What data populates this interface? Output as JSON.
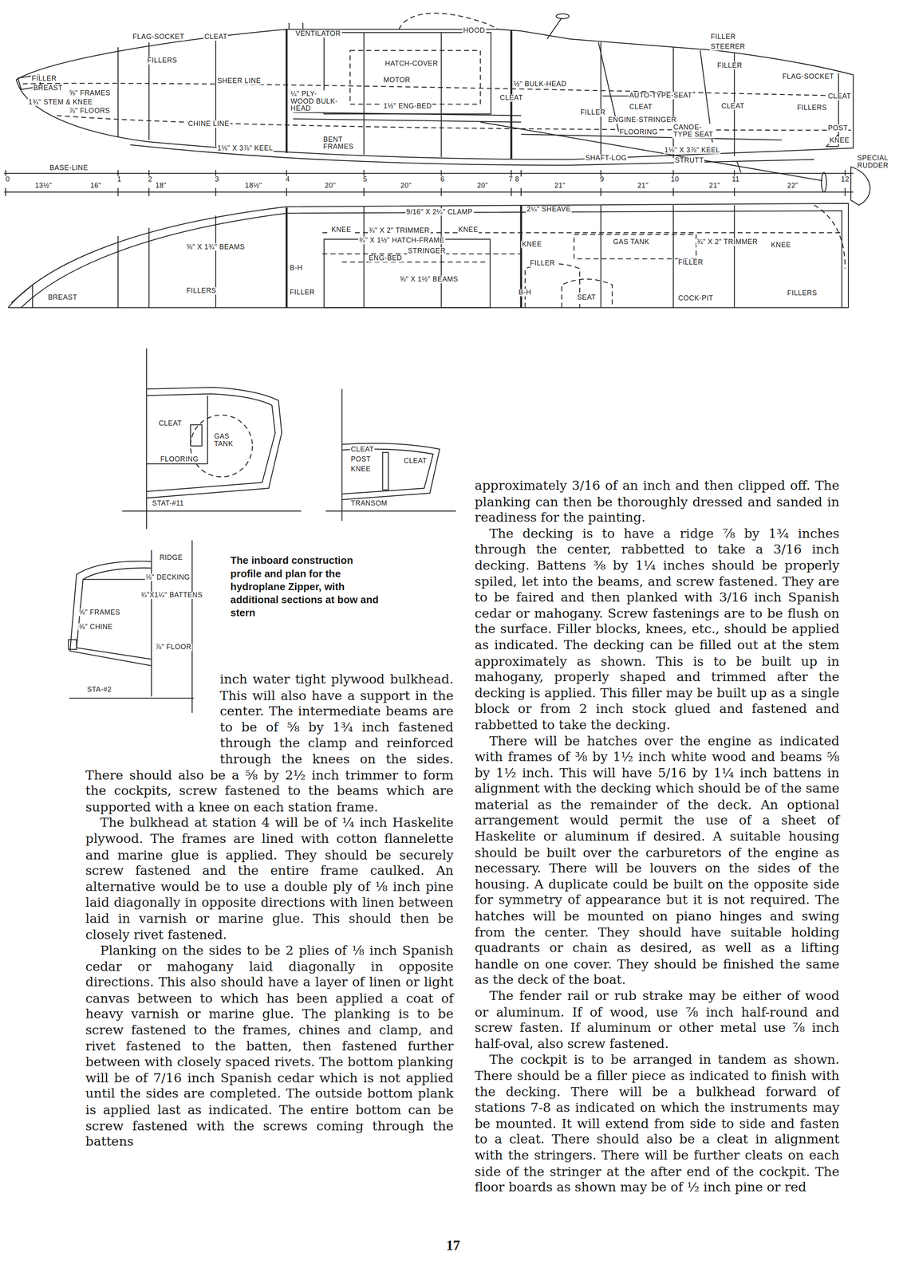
{
  "diagram": {
    "caption": "The inboard construction profile and plan for the hydroplane Zipper, with additional sections at bow and stern",
    "labels": [
      "FLAG-SOCKET",
      "CLEAT",
      "VENTILATOR",
      "HOOD",
      "FILLER",
      "STEERER",
      "FILLERS",
      "SHEER LINE",
      "HATCH-COVER",
      "MOTOR",
      "FILLER",
      "FLAG-SOCKET",
      "FILLER",
      "BREAST",
      "⅝\" FRAMES",
      "1¾\" STEM & KNEE",
      "⅞\" FLOORS",
      "CHINE LINE",
      "¼\" PLY-WOOD BULK-HEAD",
      "1½\" ENG-BED",
      "½\" BULK-HEAD",
      "CLEAT",
      "AUTO-TYPE-SEAT",
      "CLEAT",
      "FILLER",
      "ENGINE-STRINGER",
      "CLEAT",
      "FILLERS",
      "CLEAT",
      "CANOE-TYPE SEAT",
      "FLOORING",
      "POST",
      "KNEE",
      "1⅛\" X 3⅞\" KEEL",
      "BENT FRAMES",
      "SHAFT-LOG",
      "1⅛\" X 3⅞\" KEEL",
      "STRUTT",
      "SPECIAL RUDDER",
      "BASE-LINE",
      "0",
      "1",
      "2",
      "3",
      "4",
      "5",
      "6",
      "7 8",
      "9",
      "10",
      "11",
      "12",
      "13½\"",
      "16\"",
      "18\"",
      "18½\"",
      "20\"",
      "20\"",
      "20\"",
      "21\"",
      "21\"",
      "21\"",
      "22\"",
      "9/16\" X 2¼\" CLAMP",
      "2¼\" SHEAVE",
      "KNEE",
      "¾\" X 2\" TRIMMER",
      "KNEE",
      "¾\" X 1½\" HATCH-FRAME",
      "STRINGER",
      "ENG-BED",
      "⅝\" X 1¾\" BEAMS",
      "⅝\" X 1½\" BEAMS",
      "B-H",
      "KNEE",
      "GAS TANK",
      "¾\" X 2\" TRIMMER",
      "KNEE",
      "FILLER",
      "FILLER",
      "B-H",
      "SEAT",
      "COCK-PIT",
      "FILLERS",
      "FILLERS",
      "FILLER",
      "BREAST",
      "CLEAT",
      "GAS TANK",
      "FLOORING",
      "STAT-#11",
      "CLEAT",
      "POST",
      "KNEE",
      "CLEAT",
      "TRANSOM",
      "RIDGE",
      "⅛\" DECKING",
      "¾\"X1¼\" BATTENS",
      "⅝\" FRAMES",
      "⅜\" CHINE",
      "⅞\" FLOOR",
      "STA-#2",
      "17",
      "inch water tight plywood bulkhead. This will also have a support in the center. The intermediate beams are to be of ⅝ by 1¾ inch fastened through the clamp and reinforced through the knees on the sides. There should also be a ⅝ by 2½ inch trimmer to form the cockpits, screw fastened to the beams which are supported with a knee on each station frame.",
      "The bulkhead at station 4 will be of ¼ inch Haskelite plywood. The frames are lined with cotton flannelette and marine glue is applied. They should be securely screw fastened and the entire frame caulked. An alternative would be to use a double ply of ⅛ inch pine laid diagonally in opposite directions with linen between laid in varnish or marine glue. This should then be closely rivet fastened.",
      "Planking on the sides to be 2 plies of ⅛ inch Spanish cedar or mahogany laid diagonally in opposite directions. This also should have a layer of linen or light canvas between to which has been applied a coat of heavy varnish or marine glue. The planking is to be screw fastened to the frames, chines and clamp, and rivet fastened to the batten, then fastened further between with closely spaced rivets. The bottom planking will be of 7/16 inch Spanish cedar which is not applied until the sides are completed. The outside bottom plank is applied last as indicated. The entire bottom can be screw fastened with the screws coming through the battens",
      "approximately 3/16 of an inch and then clipped off. The planking can then be thoroughly dressed and sanded in readiness for the painting.",
      "The decking is to have a ridge ⅞ by 1¾ inches through the center, rabbetted to take a 3/16 inch decking. Battens ⅜ by 1¼ inches should be properly spiled, let into the beams, and screw fastened. They are to be faired and then planked with 3/16 inch Spanish cedar or mahogany. Screw fastenings are to be flush on the surface. Filler blocks, knees, etc., should be applied as indicated. The decking can be filled out at the stem approximately as shown. This is to be built up in mahogany, properly shaped and trimmed after the decking is applied. This filler may be built up as a single block or from 2 inch stock glued and fastened and rabbetted to take the decking.",
      "There will be hatches over the engine as indicated with frames of ⅜ by 1½ inch white wood and beams ⅝ by 1½ inch. This will have 5/16 by 1¼ inch battens in alignment with the decking which should be of the same material as the remainder of the deck. An optional arrangement would permit the use of a sheet of Haskelite or aluminum if desired. A suitable housing should be built over the carburetors of the engine as necessary. There will be louvers on the sides of the housing. A duplicate could be built on the opposite side for symmetry of appearance but it is not required. The hatches will be mounted on piano hinges and swing from the center. They should have suitable holding quadrants or chain as desired, as well as a lifting handle on one cover. They should be finished the same as the deck of the boat.",
      "The fender rail or rub strake may be either of wood or aluminum. If of wood, use ⅞ inch half-round and screw fasten. If aluminum or other metal use ⅞ inch half-oval, also screw fastened.",
      "The cockpit is to be arranged in tandem as shown. There should be a filler piece as indicated to finish with the decking. There will be a bulkhead forward of stations 7-8 as indicated on which the instruments may be mounted. It will extend from side to side and fasten to a cleat. There should also be a cleat in alignment with the stringers. There will be further cleats on each side of the stringer at the after end of the cockpit. The floor boards as shown may be of ½ inch pine or red"
    ]
  }
}
